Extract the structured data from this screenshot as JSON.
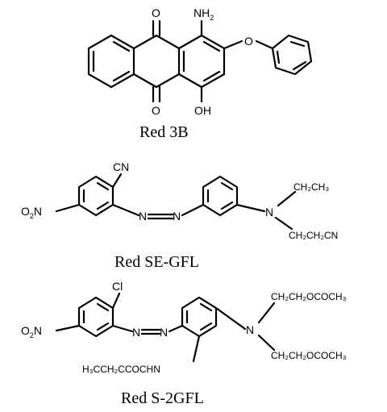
{
  "compounds": [
    {
      "name": "Red 3B",
      "atoms": {
        "o_top": "O",
        "nh2": "NH",
        "nh2_sub": "2",
        "o_ether": "O",
        "o_bottom": "O",
        "oh": "OH"
      }
    },
    {
      "name": "Red SE-GFL",
      "atoms": {
        "cn": "CN",
        "o2n_o": "O",
        "o2n_sub": "2",
        "o2n_n": "N",
        "azo_n1": "N",
        "azo_n2": "N",
        "n_amine": "N",
        "ethyl": "CH₂CH₃",
        "cyanoethyl": "CH₂CH₂CN"
      }
    },
    {
      "name": "Red S-2GFL",
      "atoms": {
        "cl": "Cl",
        "o2n_o": "O",
        "o2n_sub": "2",
        "o2n_n": "N",
        "azo_n1": "N",
        "azo_n2": "N",
        "n_amine": "N",
        "ester1": "CH₂CH₂OCOCH₃",
        "ester2": "CH₂CH₂OCOCH₃",
        "amide": "H₃CCH₂CCOCHN"
      }
    }
  ]
}
